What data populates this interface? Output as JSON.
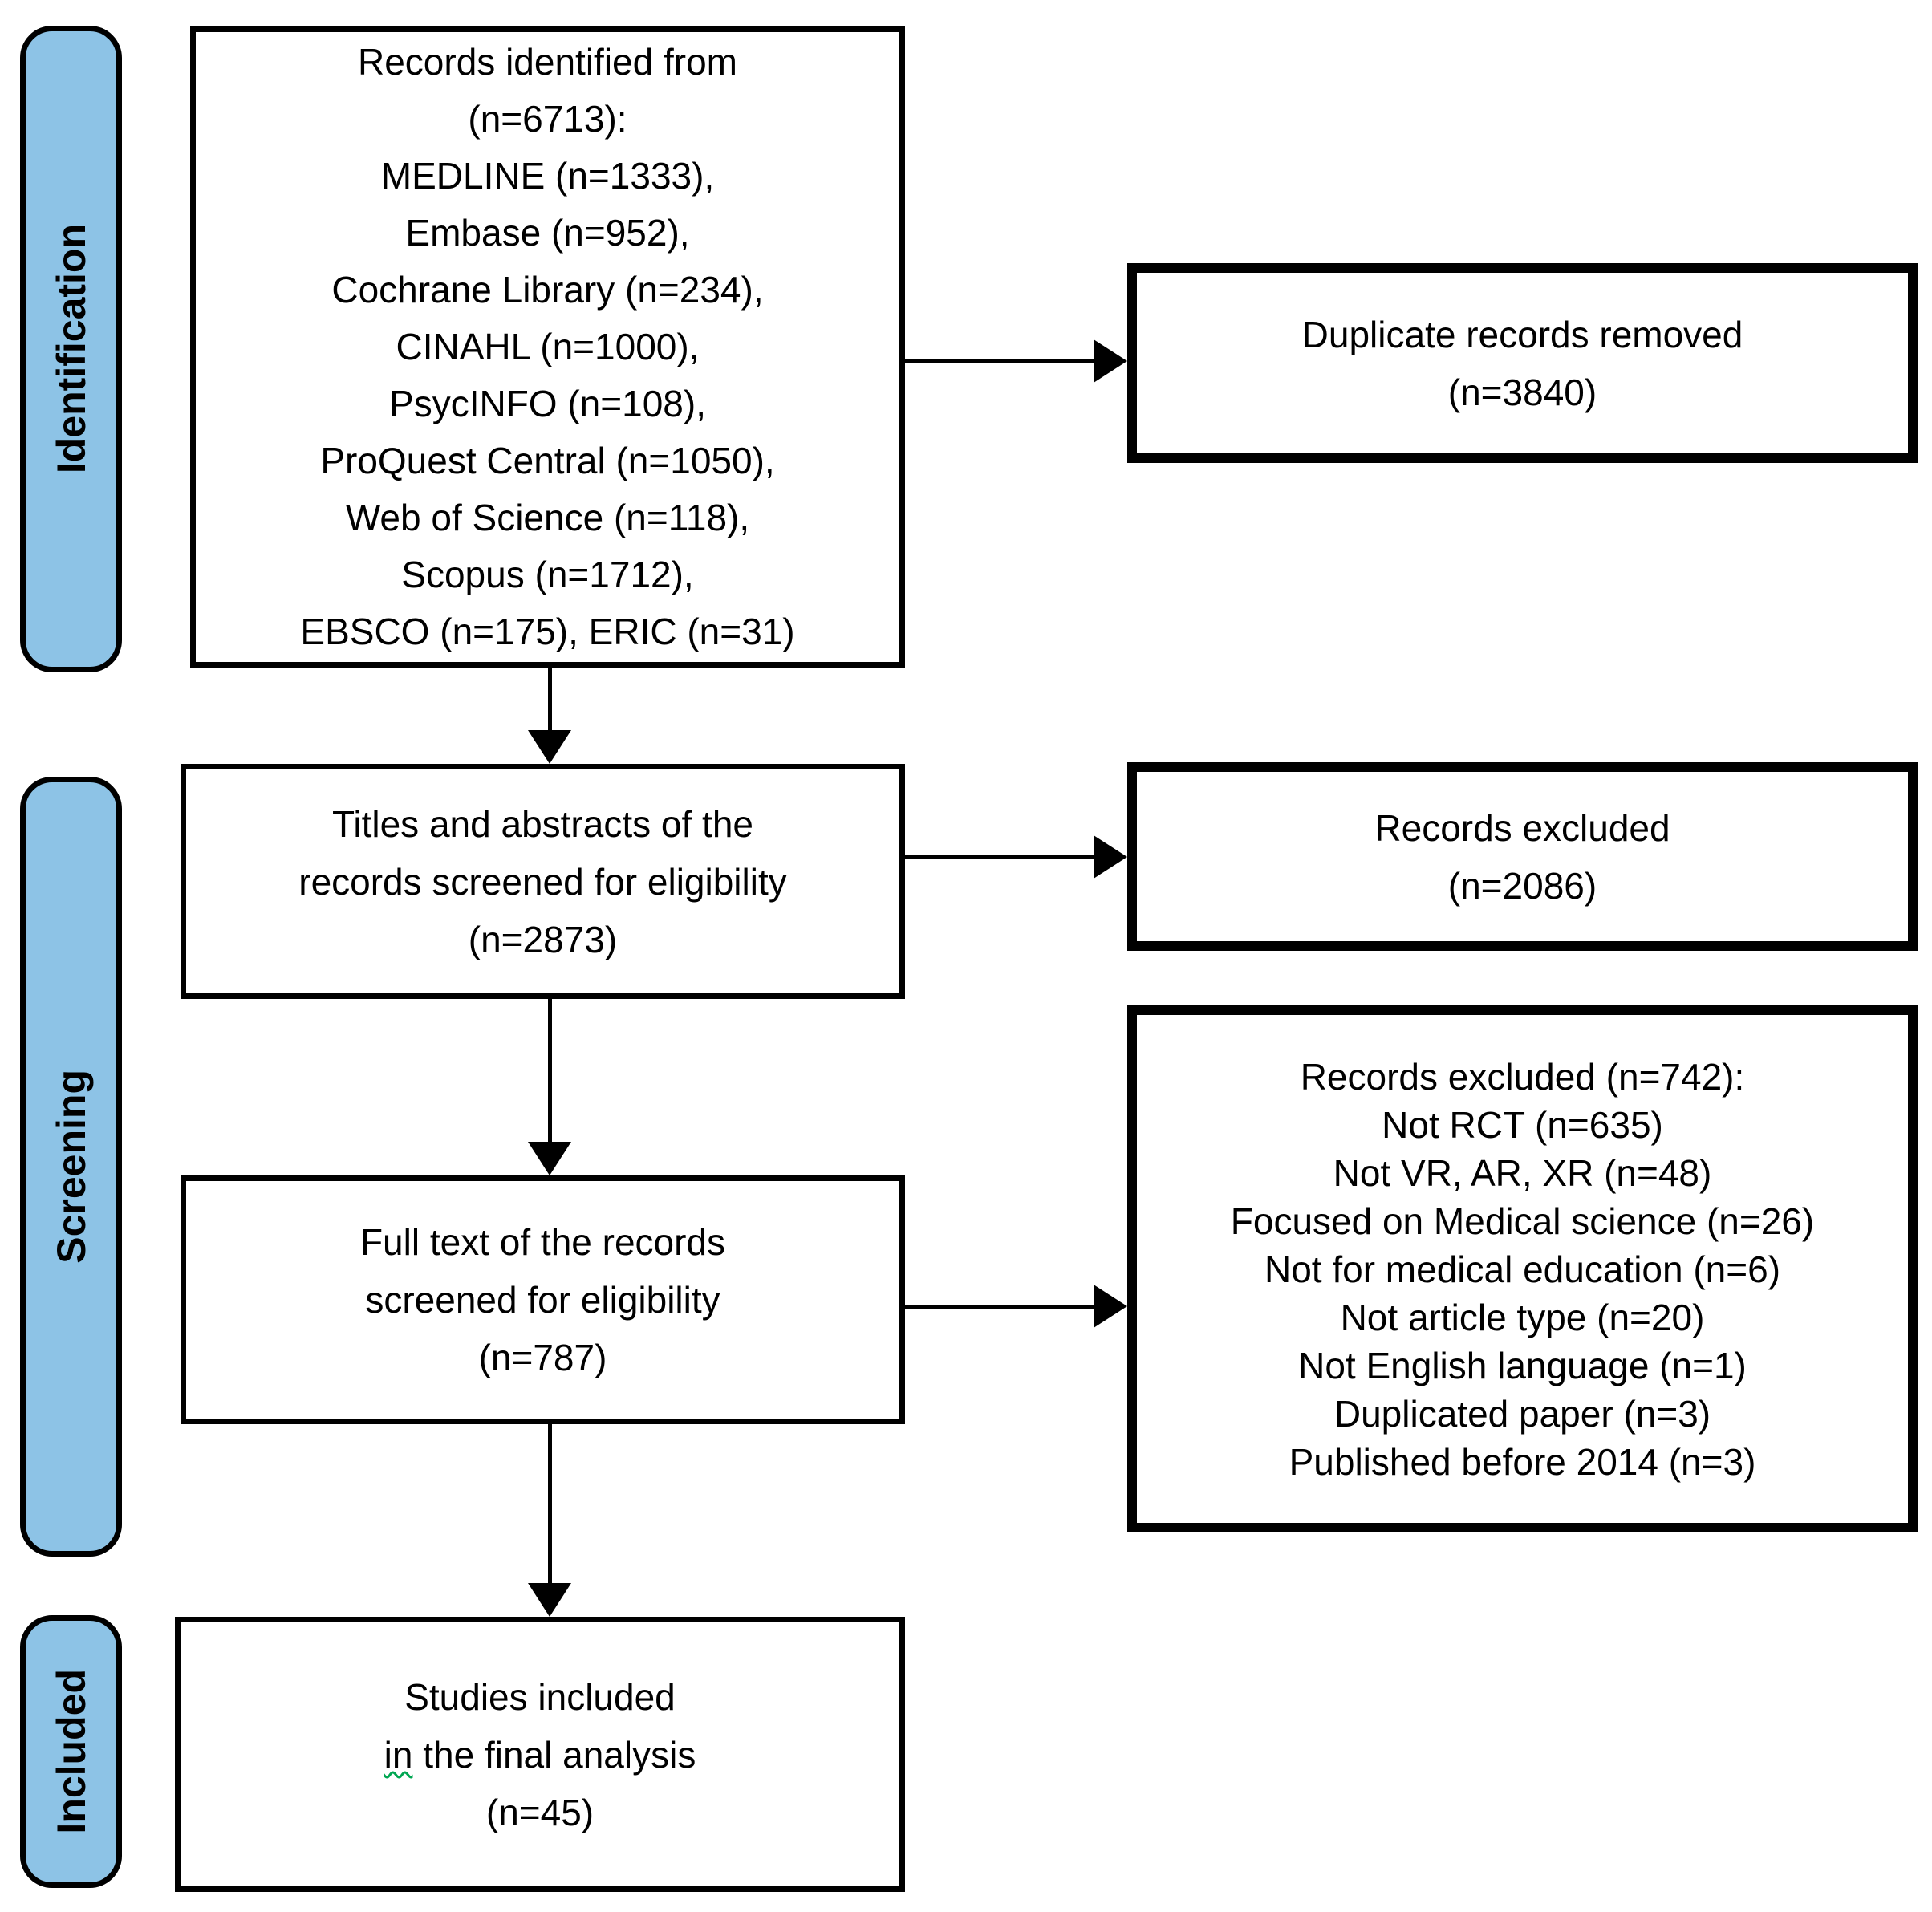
{
  "sidebar": {
    "stages": [
      {
        "label": "Identification"
      },
      {
        "label": "Screening"
      },
      {
        "label": "Included"
      }
    ]
  },
  "boxes": {
    "identified": {
      "lines": [
        "Records identified from",
        "(n=6713):",
        "MEDLINE (n=1333),",
        "Embase (n=952),",
        "Cochrane Library (n=234),",
        "CINAHL (n=1000),",
        "PsycINFO (n=108),",
        "ProQuest Central (n=1050),",
        "Web of Science (n=118),",
        "Scopus (n=1712),",
        "EBSCO (n=175), ERIC (n=31)"
      ]
    },
    "duplicates_removed": {
      "lines": [
        "Duplicate records removed",
        "(n=3840)"
      ]
    },
    "titles_screened": {
      "lines": [
        "Titles and abstracts of the",
        "records screened for eligibility",
        "(n=2873)"
      ]
    },
    "records_excluded_screening": {
      "lines": [
        "Records excluded",
        "(n=2086)"
      ]
    },
    "fulltext_screened": {
      "lines": [
        "Full text of the records",
        "screened for eligibility",
        "(n=787)"
      ]
    },
    "records_excluded_fulltext": {
      "lines": [
        "Records excluded (n=742):",
        "Not RCT (n=635)",
        "Not VR, AR, XR (n=48)",
        "Focused on Medical science (n=26)",
        "Not for medical education (n=6)",
        "Not article type (n=20)",
        "Not English language (n=1)",
        "Duplicated paper (n=3)",
        "Published before 2014 (n=3)"
      ]
    },
    "studies_included": {
      "line1": "Studies included",
      "line2_word": "in",
      "line2_rest": " the final analysis",
      "line3": "(n=45)"
    }
  },
  "colors": {
    "stage_fill": "#8dc3e6",
    "border": "#000000",
    "squiggle_underline": "#00a651"
  }
}
